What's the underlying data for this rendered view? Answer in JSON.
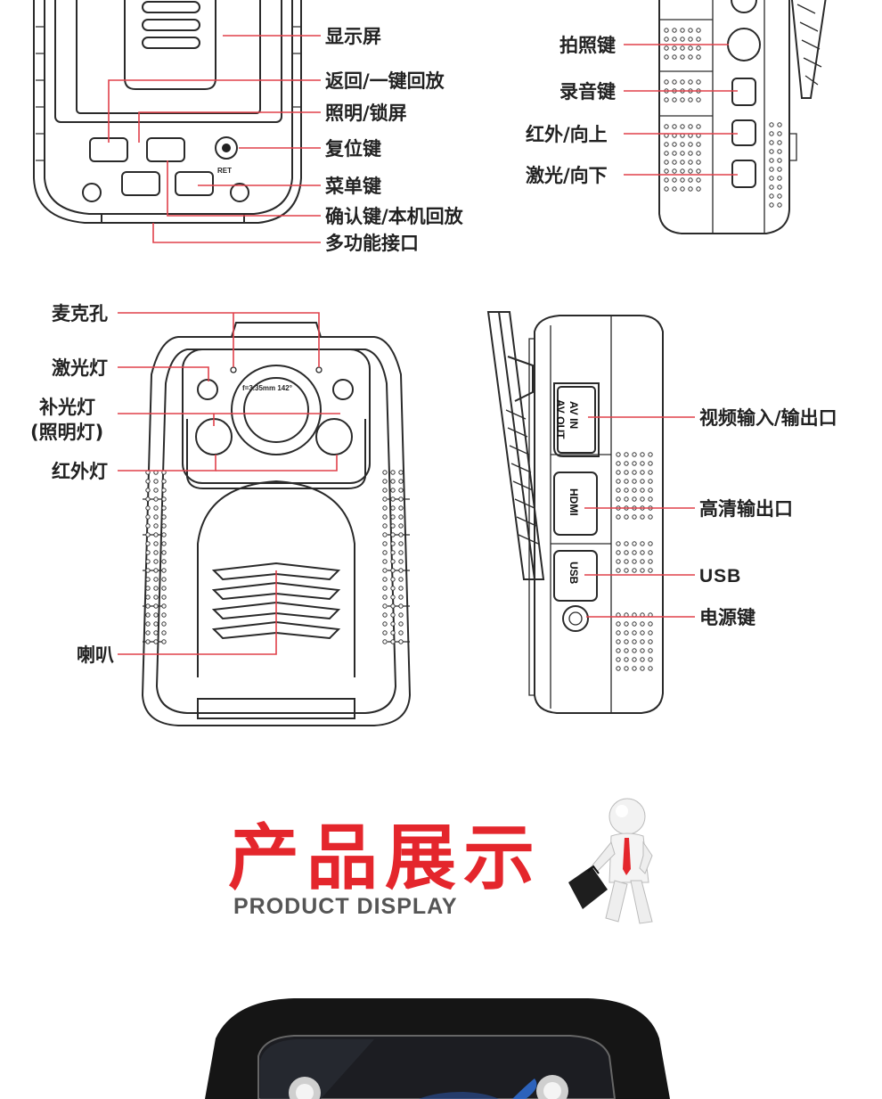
{
  "front_top_labels": [
    {
      "key": "screen",
      "text": "显示屏"
    },
    {
      "key": "back-replay",
      "text": "返回/一键回放"
    },
    {
      "key": "light-lock",
      "text": "照明/锁屏"
    },
    {
      "key": "reset",
      "text": "复位键"
    },
    {
      "key": "menu",
      "text": "菜单键"
    },
    {
      "key": "confirm-replay",
      "text": "确认键/本机回放"
    },
    {
      "key": "multi-port",
      "text": "多功能接口"
    }
  ],
  "side_top_labels": [
    {
      "key": "photo",
      "text": "拍照键"
    },
    {
      "key": "record",
      "text": "录音键"
    },
    {
      "key": "ir-up",
      "text": "红外/向上"
    },
    {
      "key": "laser-down",
      "text": "激光/向下"
    }
  ],
  "front_bottom_labels": [
    {
      "key": "mic",
      "text": "麦克孔"
    },
    {
      "key": "laser-lamp",
      "text": "激光灯"
    },
    {
      "key": "fill-light",
      "text": "补光灯"
    },
    {
      "key": "fill-light-sub",
      "text": "(照明灯)"
    },
    {
      "key": "ir-lamp",
      "text": "红外灯"
    },
    {
      "key": "speaker",
      "text": "喇叭"
    }
  ],
  "side_bottom_labels": [
    {
      "key": "av",
      "text": "视频输入/输出口"
    },
    {
      "key": "hdmi",
      "text": "高清输出口"
    },
    {
      "key": "usb",
      "text": "USB"
    },
    {
      "key": "power",
      "text": "电源键"
    }
  ],
  "device_markings": {
    "ret": "RET",
    "lens": "f=3.35mm  142°",
    "av_in": "AV IN",
    "av_out": "AV OUT",
    "hdmi": "HDMI",
    "usb": "USB"
  },
  "section": {
    "title_cn": "产品展示",
    "title_en": "PRODUCT DISPLAY"
  },
  "colors": {
    "leader": "#e0404a",
    "title_red": "#e4262c",
    "outline": "#2a2a2a"
  }
}
